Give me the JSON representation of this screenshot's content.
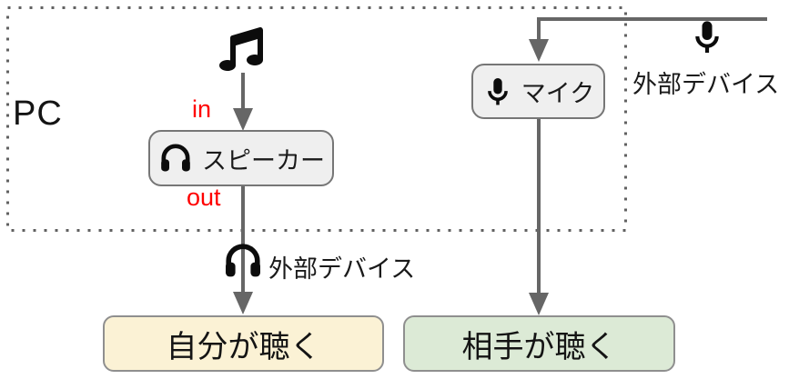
{
  "pc": {
    "label": "PC"
  },
  "io": {
    "in_label": "in",
    "out_label": "out"
  },
  "nodes": {
    "speaker": {
      "label": "スピーカー",
      "icon": "headphones-icon"
    },
    "mic": {
      "label": "マイク",
      "icon": "microphone-icon"
    },
    "self_listen": {
      "label": "自分が聴く"
    },
    "other_listen": {
      "label": "相手が聴く"
    }
  },
  "external": {
    "output_device": {
      "label": "外部デバイス",
      "icon": "headphones-icon"
    },
    "input_device": {
      "label": "外部デバイス",
      "icon": "microphone-icon"
    }
  },
  "icons": {
    "source": "music-note-icon"
  },
  "colors": {
    "line": "#666666",
    "dotted_border": "#616161",
    "node_fill": "#efefef",
    "node_border": "#767676",
    "self_listen_fill": "#fbf2d5",
    "other_listen_fill": "#dcead6",
    "result_border": "#8f8f8f",
    "io_label": "#ff0000",
    "icon": "#0c0c0c"
  }
}
